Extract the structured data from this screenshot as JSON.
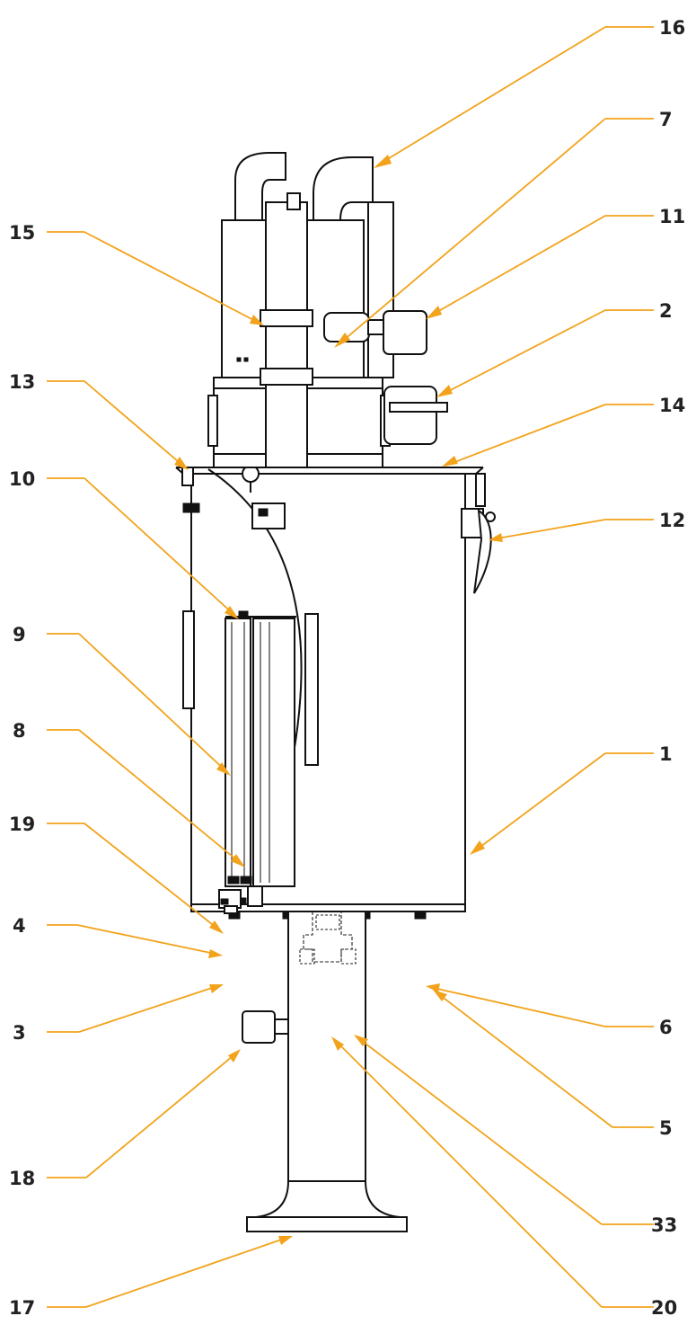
{
  "colors": {
    "leader": "#f2a31b",
    "line": "#111111",
    "label": "#222222",
    "background": "#ffffff"
  },
  "callouts": [
    {
      "id": "16",
      "label": "16"
    },
    {
      "id": "7",
      "label": "7"
    },
    {
      "id": "11",
      "label": "11"
    },
    {
      "id": "15",
      "label": "15"
    },
    {
      "id": "2",
      "label": "2"
    },
    {
      "id": "13",
      "label": "13"
    },
    {
      "id": "14",
      "label": "14"
    },
    {
      "id": "10",
      "label": "10"
    },
    {
      "id": "12",
      "label": "12"
    },
    {
      "id": "9",
      "label": "9"
    },
    {
      "id": "8",
      "label": "8"
    },
    {
      "id": "1",
      "label": "1"
    },
    {
      "id": "19",
      "label": "19"
    },
    {
      "id": "4",
      "label": "4"
    },
    {
      "id": "6",
      "label": "6"
    },
    {
      "id": "3",
      "label": "3"
    },
    {
      "id": "5",
      "label": "5"
    },
    {
      "id": "18",
      "label": "18"
    },
    {
      "id": "33",
      "label": "33"
    },
    {
      "id": "17",
      "label": "17"
    },
    {
      "id": "20",
      "label": "20"
    }
  ]
}
